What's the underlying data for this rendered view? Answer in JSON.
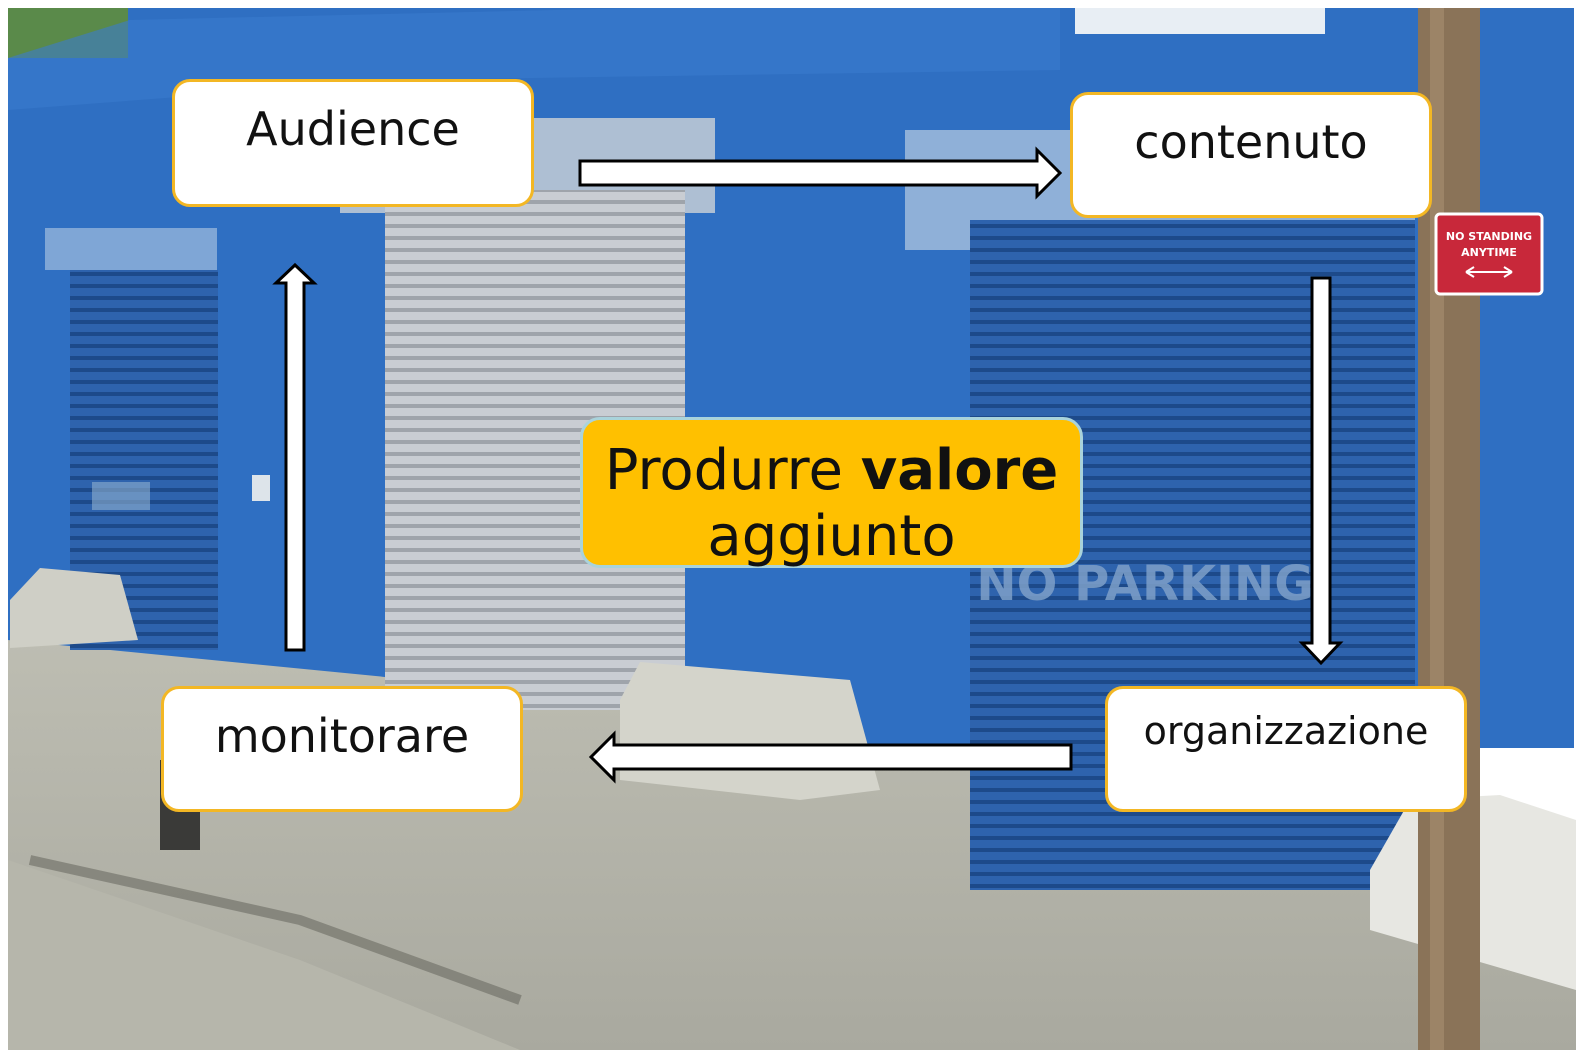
{
  "nodes": {
    "audience": "Audience",
    "contenuto": "contenuto",
    "organizzazione": "organizzazione",
    "monitorare": "monitorare"
  },
  "center": {
    "line1_prefix": "Produrre ",
    "line1_bold": "valore",
    "line2": "aggiunto"
  },
  "edges": [
    {
      "from": "Audience",
      "to": "contenuto"
    },
    {
      "from": "contenuto",
      "to": "organizzazione"
    },
    {
      "from": "organizzazione",
      "to": "monitorare"
    },
    {
      "from": "monitorare",
      "to": "Audience"
    }
  ],
  "background_signs": [
    "NO STANDING ANYTIME",
    "NO PARKING"
  ],
  "colors": {
    "node_fill": "#ffffff",
    "node_border": "#f3b724",
    "center_fill": "#ffc000",
    "center_border": "#a9d3db",
    "wall": "#2f6fc2",
    "arrow_fill": "#ffffff",
    "arrow_stroke": "#000000"
  }
}
